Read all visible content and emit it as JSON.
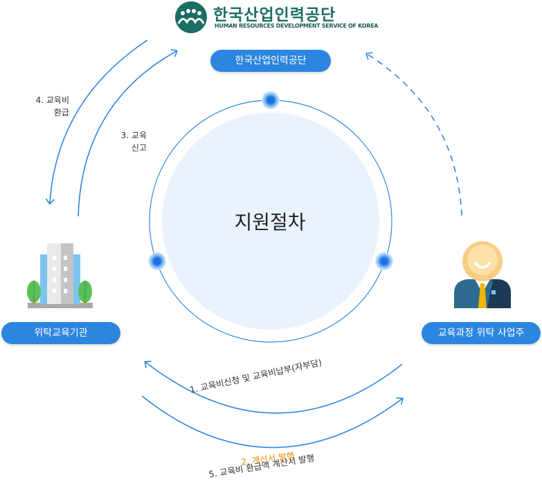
{
  "logo": {
    "title": "한국산업인력공단",
    "subtitle": "HUMAN RESOURCES DEVELOPMENT SERVICE OF KOREA"
  },
  "nodes": {
    "top": "한국산업인력공단",
    "left": "위탁교육기관",
    "right": "교육과정 위탁 사업주"
  },
  "center": "지원절차",
  "steps": {
    "step4_line1": "4. 교육비",
    "step4_line2": "환급",
    "step3_line1": "3. 교육",
    "step3_line2": "신고",
    "step1": "1. 교육비신청 및 교육비납부(자부담)",
    "step2": "2. 계산서 발행",
    "step5": "5. 교육비 환급액 계산서 발행"
  },
  "colors": {
    "primary": "#2c86e0",
    "accent": "#f08c00",
    "logo": "#1b6e63",
    "circle_fill": "#eaf3fd"
  },
  "icons": {
    "left": "building-icon",
    "right": "businessman-icon",
    "logo": "hrd-korea-logo-icon"
  }
}
